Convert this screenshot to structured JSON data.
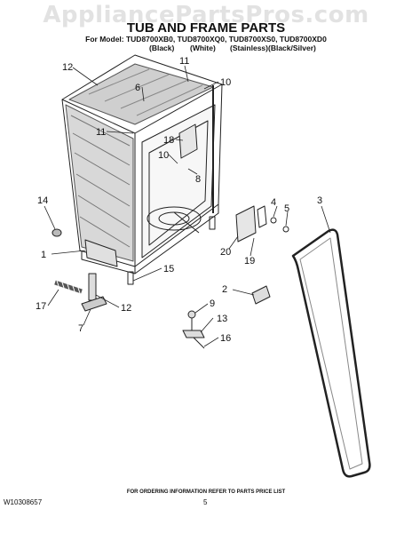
{
  "watermark": "AppliancePartsPros.com",
  "title": "TUB AND FRAME PARTS",
  "models": "For Model: TUD8700XB0, TUD8700XQ0, TUD8700XS0, TUD8700XD0",
  "finishes": [
    "(Black)",
    "(White)",
    "(Stainless)",
    "(Black/Silver)"
  ],
  "callouts": [
    "11",
    "12",
    "6",
    "10",
    "18",
    "11",
    "10",
    "8",
    "14",
    "4",
    "5",
    "3",
    "20",
    "19",
    "1",
    "15",
    "2",
    "9",
    "17",
    "12",
    "13",
    "7",
    "16"
  ],
  "footer_note": "FOR ORDERING INFORMATION REFER TO PARTS PRICE LIST",
  "doc_id": "W10308657",
  "page_number": "5",
  "colors": {
    "line": "#222222",
    "shade": "#555555",
    "watermark": "#e2e2e2"
  }
}
